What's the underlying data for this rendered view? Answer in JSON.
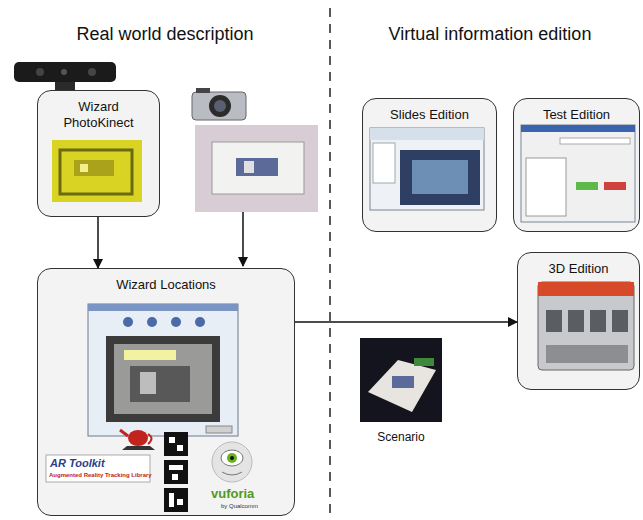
{
  "diagram": {
    "nodes": [
      {
        "text": [
          "Wizard PhotoKinect"
        ]
      },
      {
        "text": [
          "Slides Edition"
        ]
      },
      {
        "text": [
          "Test Edition"
        ]
      },
      {
        "text": [
          "Wizard Locations"
        ]
      },
      {
        "text": [
          "3D Edition"
        ]
      }
    ],
    "edges": [
      {
        "from": 0,
        "to": 3,
        "arrow": "to"
      },
      {
        "from": 3,
        "to": 4,
        "arrow": "to"
      }
    ],
    "labels": [
      "Real world description",
      "Virtual information edition",
      "AR Toolkit",
      "Augmented Reality Tracking Library",
      "vuforia",
      "by Qualcomm",
      "Scenario"
    ]
  }
}
